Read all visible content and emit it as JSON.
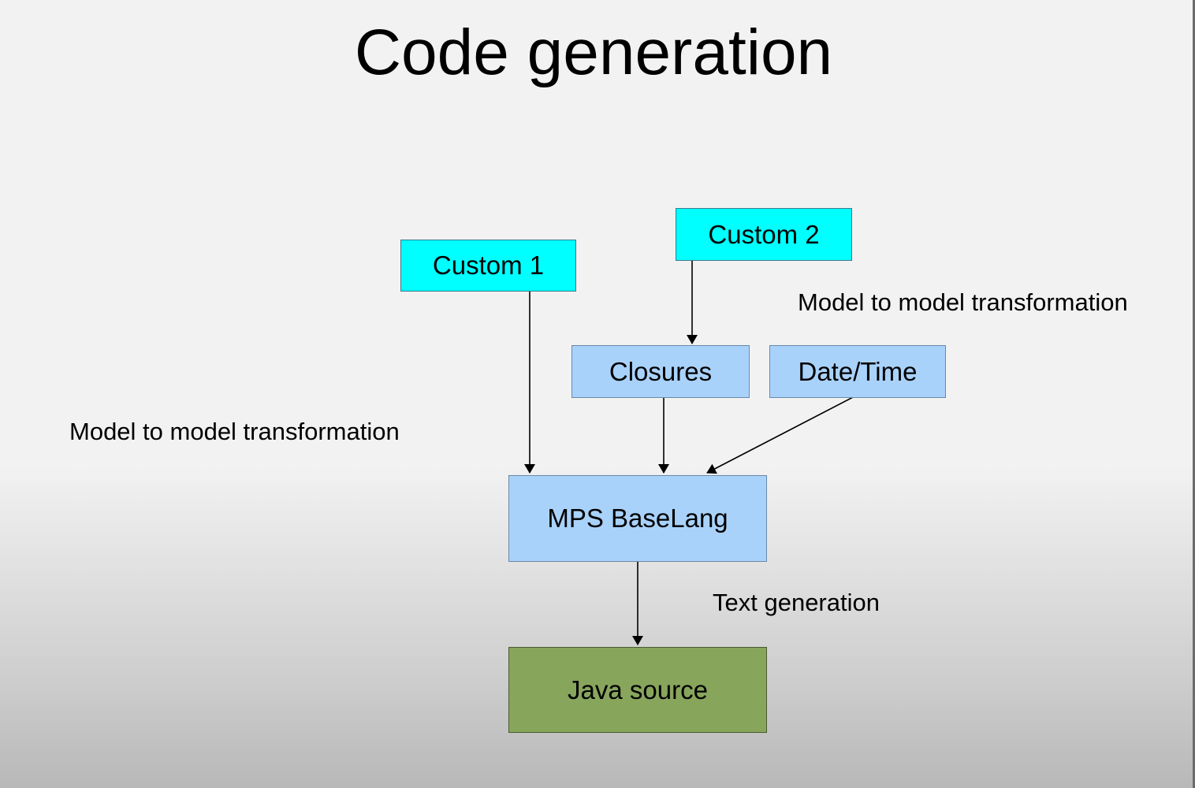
{
  "title": "Code generation",
  "nodes": {
    "custom1": "Custom 1",
    "custom2": "Custom 2",
    "closures": "Closures",
    "datetime": "Date/Time",
    "baselang": "MPS BaseLang",
    "java": "Java source"
  },
  "labels": {
    "m2m_right": "Model to model transformation",
    "m2m_left": "Model to model transformation",
    "text_generation": "Text generation"
  },
  "colors": {
    "custom": "#00ffff",
    "language": "#a9d2fb",
    "output": "#88a55c"
  }
}
